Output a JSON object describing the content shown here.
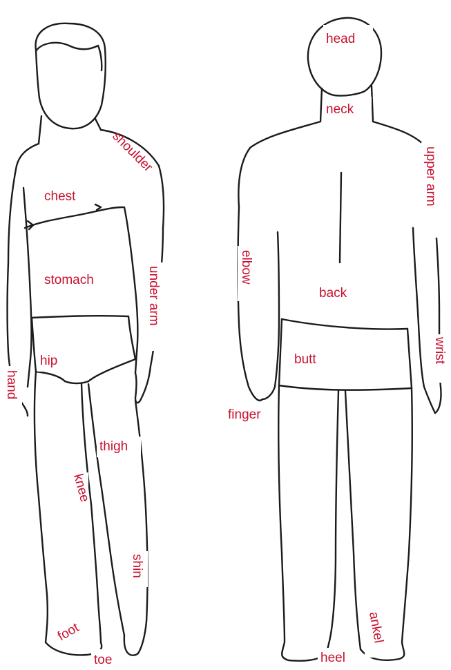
{
  "labels": {
    "head": "head",
    "neck": "neck",
    "shoulder": "shoulder",
    "upper_arm": "upper arm",
    "chest": "chest",
    "stomach": "stomach",
    "under_arm": "under arm",
    "elbow": "elbow",
    "back": "back",
    "wrist": "wrist",
    "hip": "hip",
    "butt": "butt",
    "hand": "hand",
    "finger": "finger",
    "thigh": "thigh",
    "knee": "knee",
    "shin": "shin",
    "foot": "foot",
    "toe": "toe",
    "heel": "heel",
    "ankel": "ankel"
  },
  "colors": {
    "label": "#c8102e",
    "outline": "#1b1b1b"
  }
}
